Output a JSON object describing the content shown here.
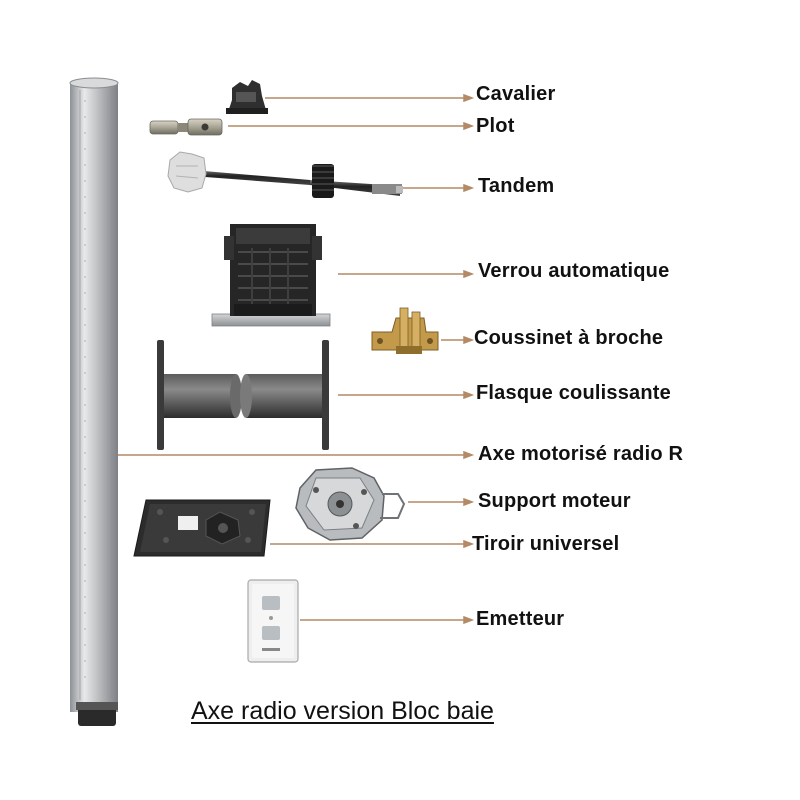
{
  "labels": {
    "cavalier": "Cavalier",
    "plot": "Plot",
    "tandem": "Tandem",
    "verrou": "Verrou automatique",
    "coussinet": "Coussinet à broche",
    "flasque": "Flasque coulissante",
    "axe": "Axe motorisé radio R",
    "support": "Support moteur",
    "tiroir": "Tiroir universel",
    "emetteur": "Emetteur"
  },
  "caption": "Axe radio version Bloc baie",
  "colors": {
    "leader": "#b48a66",
    "tube": "#c9cbcd",
    "dark_part": "#2e2e2e",
    "brass": "#c39a4a",
    "label": "#111111"
  }
}
